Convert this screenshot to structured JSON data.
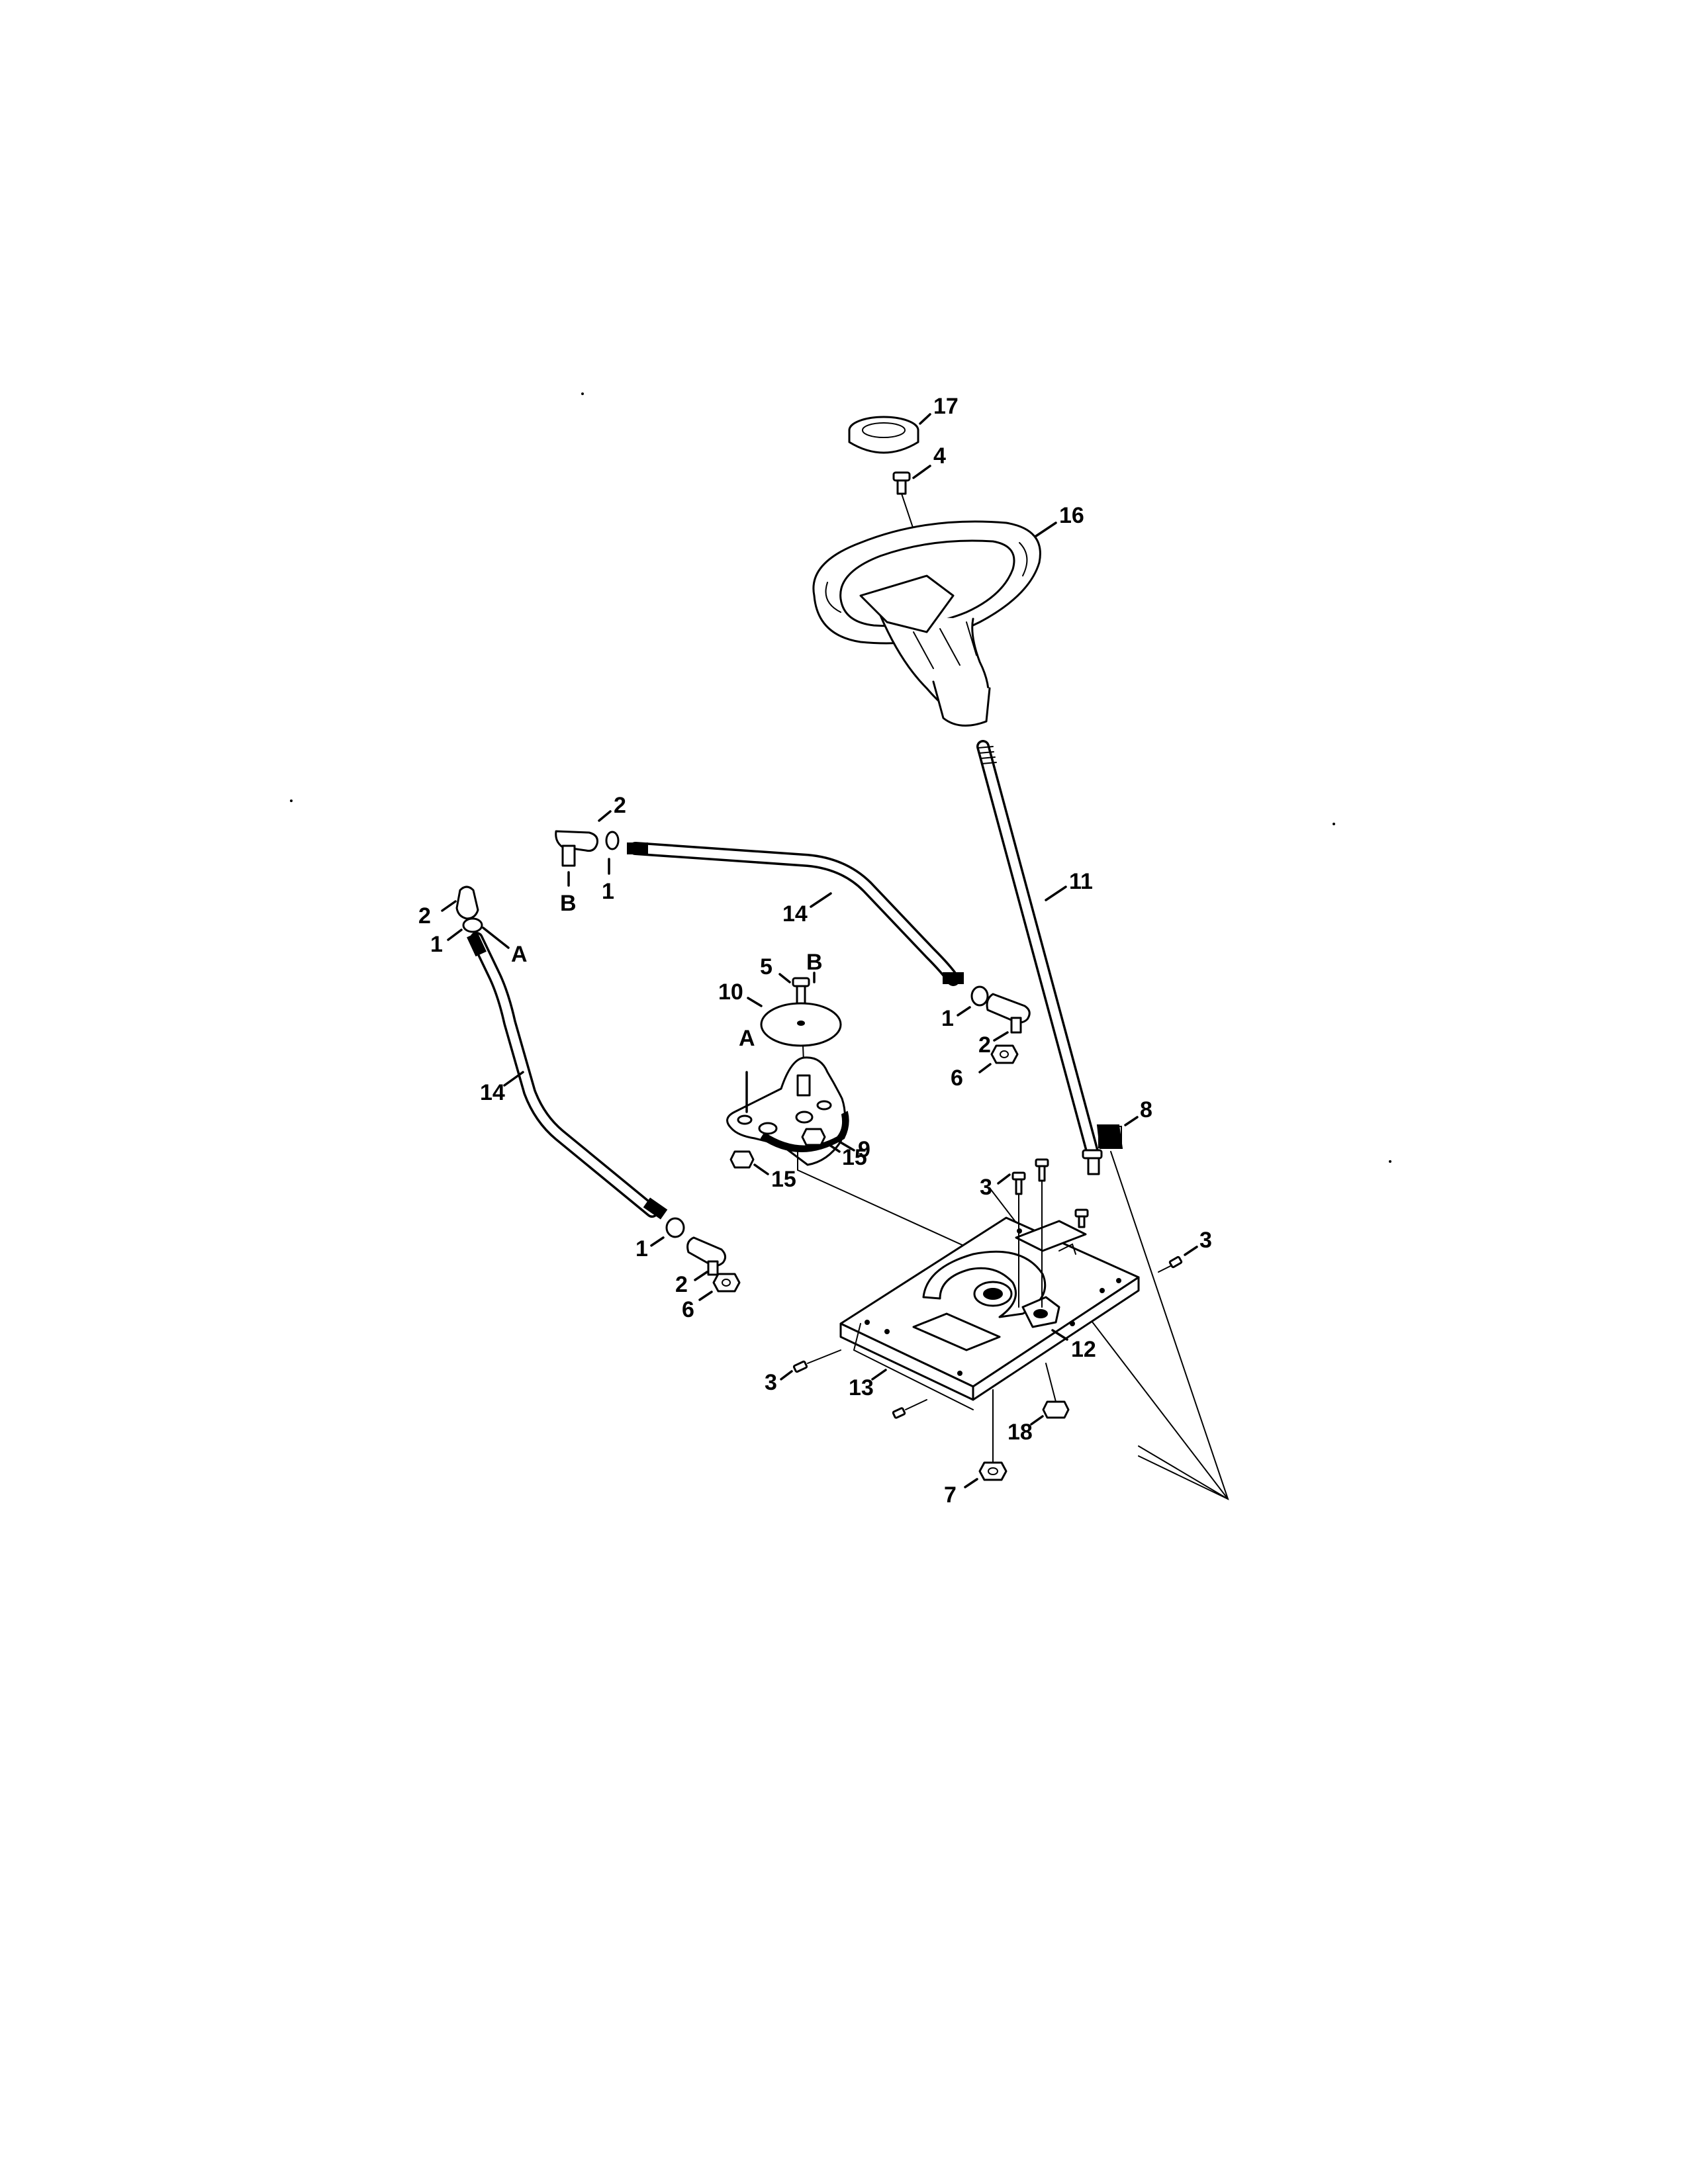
{
  "diagram": {
    "callouts": {
      "c17": "17",
      "c4": "4",
      "c16": "16",
      "c11": "11",
      "c8": "8",
      "c2_top": "2",
      "c1_top": "1",
      "cB_top": "B",
      "c14_top": "14",
      "c2_left": "2",
      "c1_left": "1",
      "cA_left": "A",
      "c14_left": "14",
      "c5": "5",
      "cB_mid": "B",
      "c10": "10",
      "cA_mid": "A",
      "c9": "9",
      "c15_a": "15",
      "c15_b": "15",
      "c1_right": "1",
      "c2_right": "2",
      "c6_right": "6",
      "c1_bottom": "1",
      "c2_bottom": "2",
      "c6_bottom": "6",
      "c3_top": "3",
      "c3_right": "3",
      "c3_left": "3",
      "c12": "12",
      "c13": "13",
      "c18": "18",
      "c7": "7"
    }
  }
}
